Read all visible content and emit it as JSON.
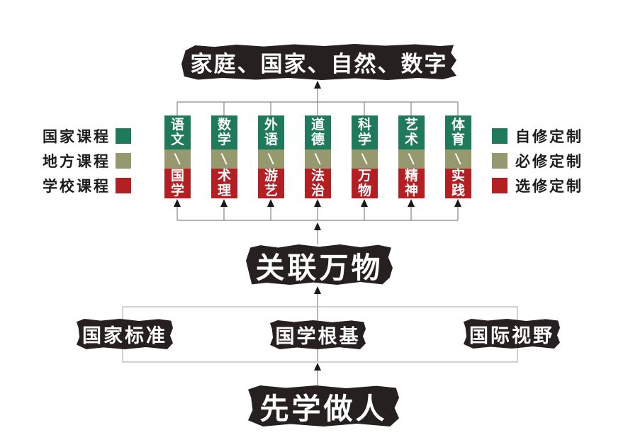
{
  "top_banner": {
    "text": "家庭、国家、自然、数字"
  },
  "middle_banner": {
    "text": "关联万物"
  },
  "bottom_banner": {
    "text": "先学做人"
  },
  "legend_left": {
    "items": [
      {
        "label": "国家课程",
        "color": "#1f7a5c"
      },
      {
        "label": "地方课程",
        "color": "#96996e"
      },
      {
        "label": "学校课程",
        "color": "#b41f24"
      }
    ]
  },
  "legend_right": {
    "items": [
      {
        "label": "自修定制",
        "color": "#1f7a5c"
      },
      {
        "label": "必修定制",
        "color": "#96996e"
      },
      {
        "label": "选修定制",
        "color": "#b41f24"
      }
    ]
  },
  "columns": [
    {
      "top": "语文",
      "sep": "\\",
      "bottom": "国学"
    },
    {
      "top": "数学",
      "sep": "\\",
      "bottom": "术理"
    },
    {
      "top": "外语",
      "sep": "\\",
      "bottom": "游艺"
    },
    {
      "top": "道德",
      "sep": "\\",
      "bottom": "法治"
    },
    {
      "top": "科学",
      "sep": "\\",
      "bottom": "万物"
    },
    {
      "top": "艺术",
      "sep": "\\",
      "bottom": "精神"
    },
    {
      "top": "体育",
      "sep": "\\",
      "bottom": "实践"
    }
  ],
  "foundation_boxes": [
    {
      "label": "国家标准"
    },
    {
      "label": "国学根基"
    },
    {
      "label": "国际视野"
    }
  ],
  "colors": {
    "national_green": "#1f7a5c",
    "local_olive": "#96996e",
    "school_red": "#b41f24",
    "banner_black": "#262120",
    "line_gray": "#6e6e6e",
    "frame_gray": "#b5b5b5"
  }
}
